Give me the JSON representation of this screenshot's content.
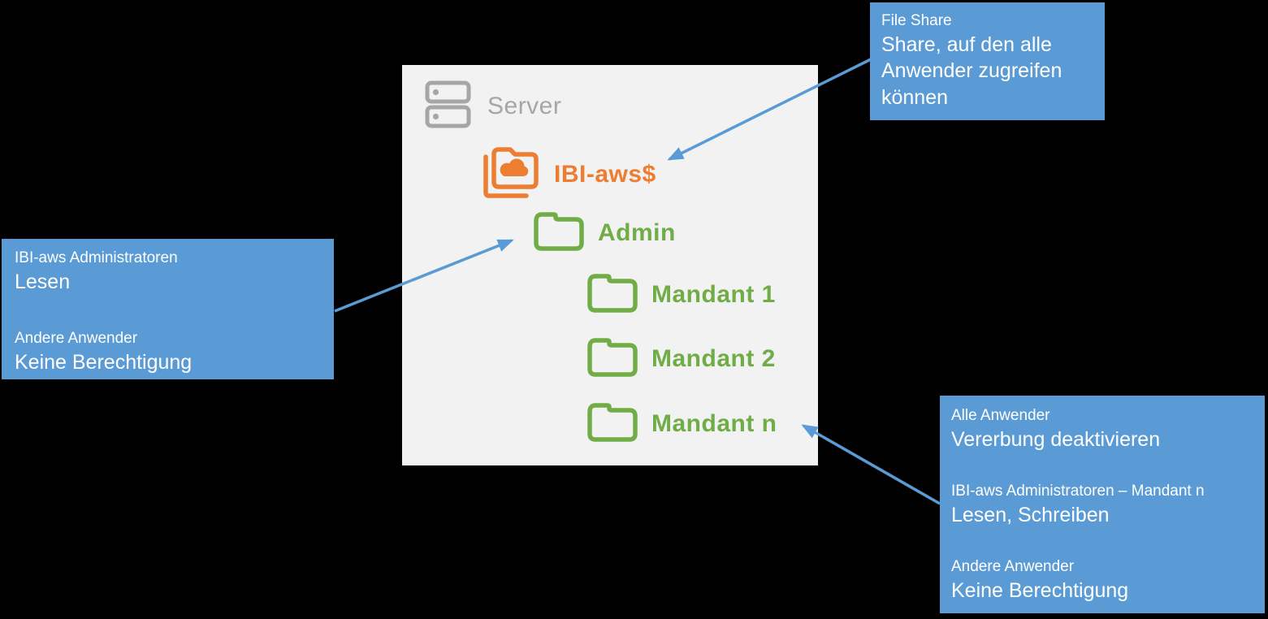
{
  "colors": {
    "background": "#000000",
    "panel_bg": "#F2F2F2",
    "annotation_bg": "#5B9BD5",
    "annotation_text": "#FFFFFF",
    "arrow": "#5B9BD5",
    "server_gray": "#A6A6A6",
    "share_orange": "#ED7D31",
    "folder_green": "#70AD47"
  },
  "panel": {
    "server_label": "Server",
    "tree": [
      {
        "label": "IBI-aws$",
        "icon": "shared-folder-icon"
      },
      {
        "label": "Admin",
        "icon": "folder-icon"
      },
      {
        "label": "Mandant 1",
        "icon": "folder-icon"
      },
      {
        "label": "Mandant 2",
        "icon": "folder-icon"
      },
      {
        "label": "Mandant n",
        "icon": "folder-icon"
      }
    ]
  },
  "annotations": {
    "file_share": {
      "entries": [
        {
          "heading": "File Share",
          "body": "Share, auf den alle Anwender zugreifen können"
        }
      ]
    },
    "admin_permissions": {
      "entries": [
        {
          "heading": "IBI-aws Administratoren",
          "body": "Lesen"
        },
        {
          "heading": "Andere Anwender",
          "body": "Keine Berechtigung"
        }
      ]
    },
    "mandant_permissions": {
      "entries": [
        {
          "heading": "Alle Anwender",
          "body": "Vererbung deaktivieren"
        },
        {
          "heading": "IBI-aws Administratoren – Mandant n",
          "body": "Lesen, Schreiben"
        },
        {
          "heading": "Andere Anwender",
          "body": "Keine Berechtigung"
        }
      ]
    }
  }
}
